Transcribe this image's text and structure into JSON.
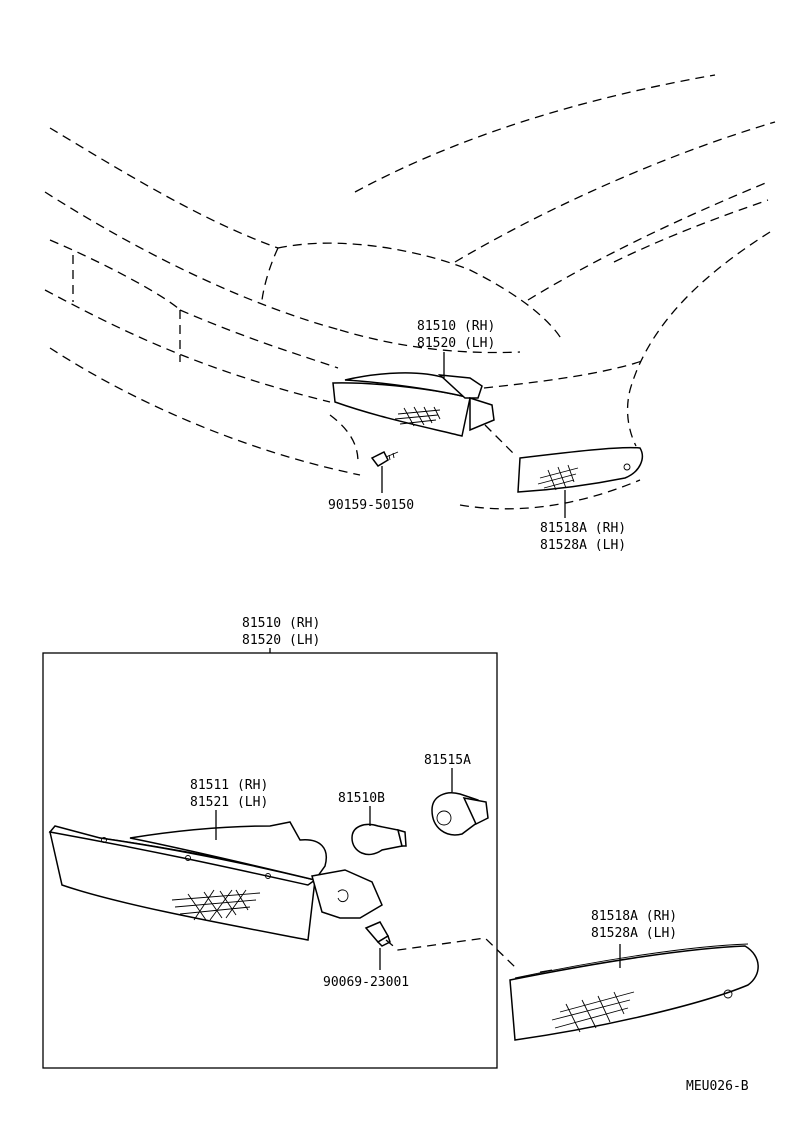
{
  "top": {
    "lamp_rh": "81510 (RH)",
    "lamp_lh": "81520 (LH)",
    "screw": "90159-50150",
    "lens_rh": "81518A (RH)",
    "lens_lh": "81528A (LH)"
  },
  "bottom": {
    "assy_rh": "81510 (RH)",
    "assy_lh": "81520 (LH)",
    "housing_rh": "81511 (RH)",
    "housing_lh": "81521 (LH)",
    "bulb": "81510B",
    "socket": "81515A",
    "bulb_small": "90069-23001",
    "lens_rh": "81518A (RH)",
    "lens_lh": "81528A (LH)"
  },
  "diagram_code": "MEU026-B"
}
